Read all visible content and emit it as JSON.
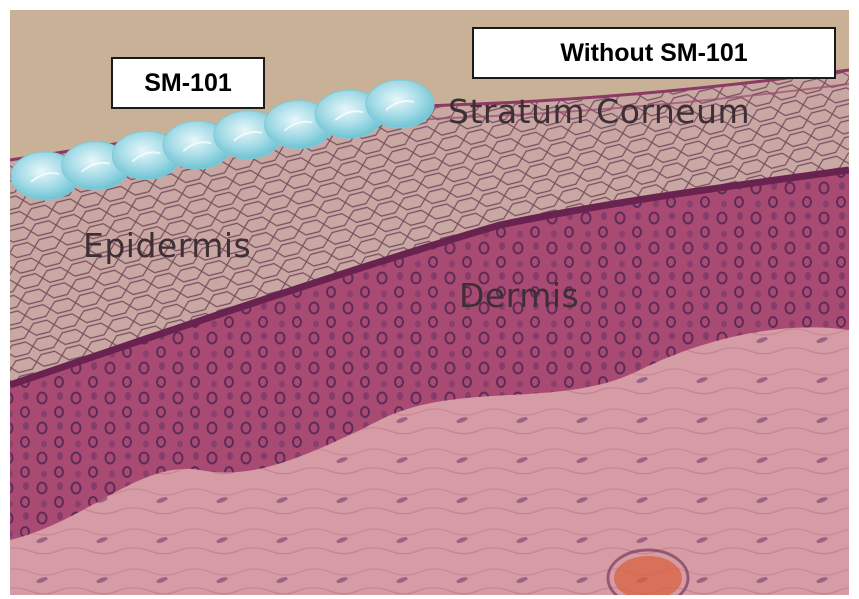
{
  "labels": {
    "with_product": "SM-101",
    "without_product": "Without SM-101",
    "stratum_corneum": "Stratum Corneum",
    "epidermis": "Epidermis",
    "dermis": "Dermis"
  },
  "colors": {
    "background": "#c8b196",
    "stratum_corneum": "#c9a6a4",
    "cell_outline": "#5a3048",
    "epidermis": "#a94a73",
    "dermis": "#d69ca6",
    "nuclei": "#5e2c58",
    "particles": "#a8dde8",
    "label_text": "#3d2f35",
    "box_border": "#1a1a1a"
  },
  "particle_count": 8
}
